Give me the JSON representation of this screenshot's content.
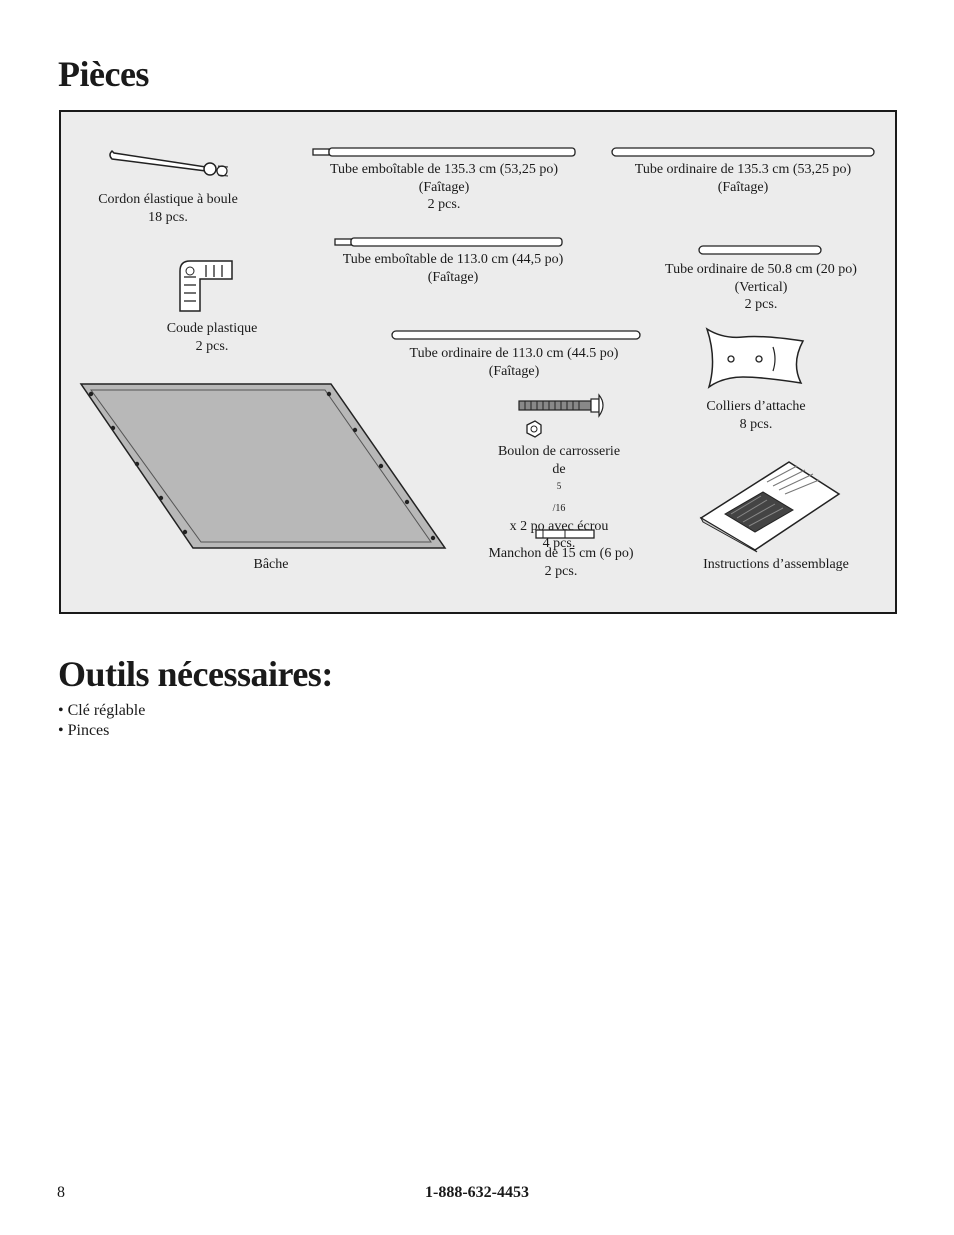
{
  "heading_parts": "Pièces",
  "heading_tools": "Outils nécessaires:",
  "parts": {
    "bungee": {
      "l1": "Cordon élastique à boule",
      "l2": "18 pcs."
    },
    "swaged_135": {
      "l1": "Tube emboîtable de 135.3 cm (53,25 po)",
      "l2": "(Faîtage)",
      "l3": "2 pcs."
    },
    "plain_135": {
      "l1": "Tube ordinaire de 135.3 cm (53,25 po)",
      "l2": "(Faîtage)"
    },
    "swaged_113": {
      "l1": "Tube emboîtable de 113.0 cm (44,5 po)",
      "l2": "(Faîtage)"
    },
    "plain_50": {
      "l1": "Tube ordinaire de 50.8 cm (20 po)",
      "l2": "(Vertical)",
      "l3": "2 pcs."
    },
    "elbow": {
      "l1": "Coude plastique",
      "l2": "2 pcs."
    },
    "plain_113": {
      "l1": "Tube ordinaire de 113.0 cm (44.5 po)",
      "l2": "(Faîtage)"
    },
    "clamp": {
      "l1": "Colliers d’attache",
      "l2": "8 pcs."
    },
    "bolt": {
      "l1": "Boulon de carrosserie",
      "l2_pre": "de ",
      "l2_sup": "5",
      "l2_sub": "/16",
      "l2_post": " x 2 po avec écrou",
      "l3": "4 pcs."
    },
    "tarp": {
      "l1": "Bâche"
    },
    "sleeve": {
      "l1": "Manchon de 15 cm (6 po)",
      "l2": "2 pcs."
    },
    "instructions": {
      "l1": "Instructions d’assemblage"
    }
  },
  "tools": [
    "• Clé réglable",
    "• Pinces"
  ],
  "footer": {
    "page": "8",
    "phone": "1-888-632-4453"
  }
}
